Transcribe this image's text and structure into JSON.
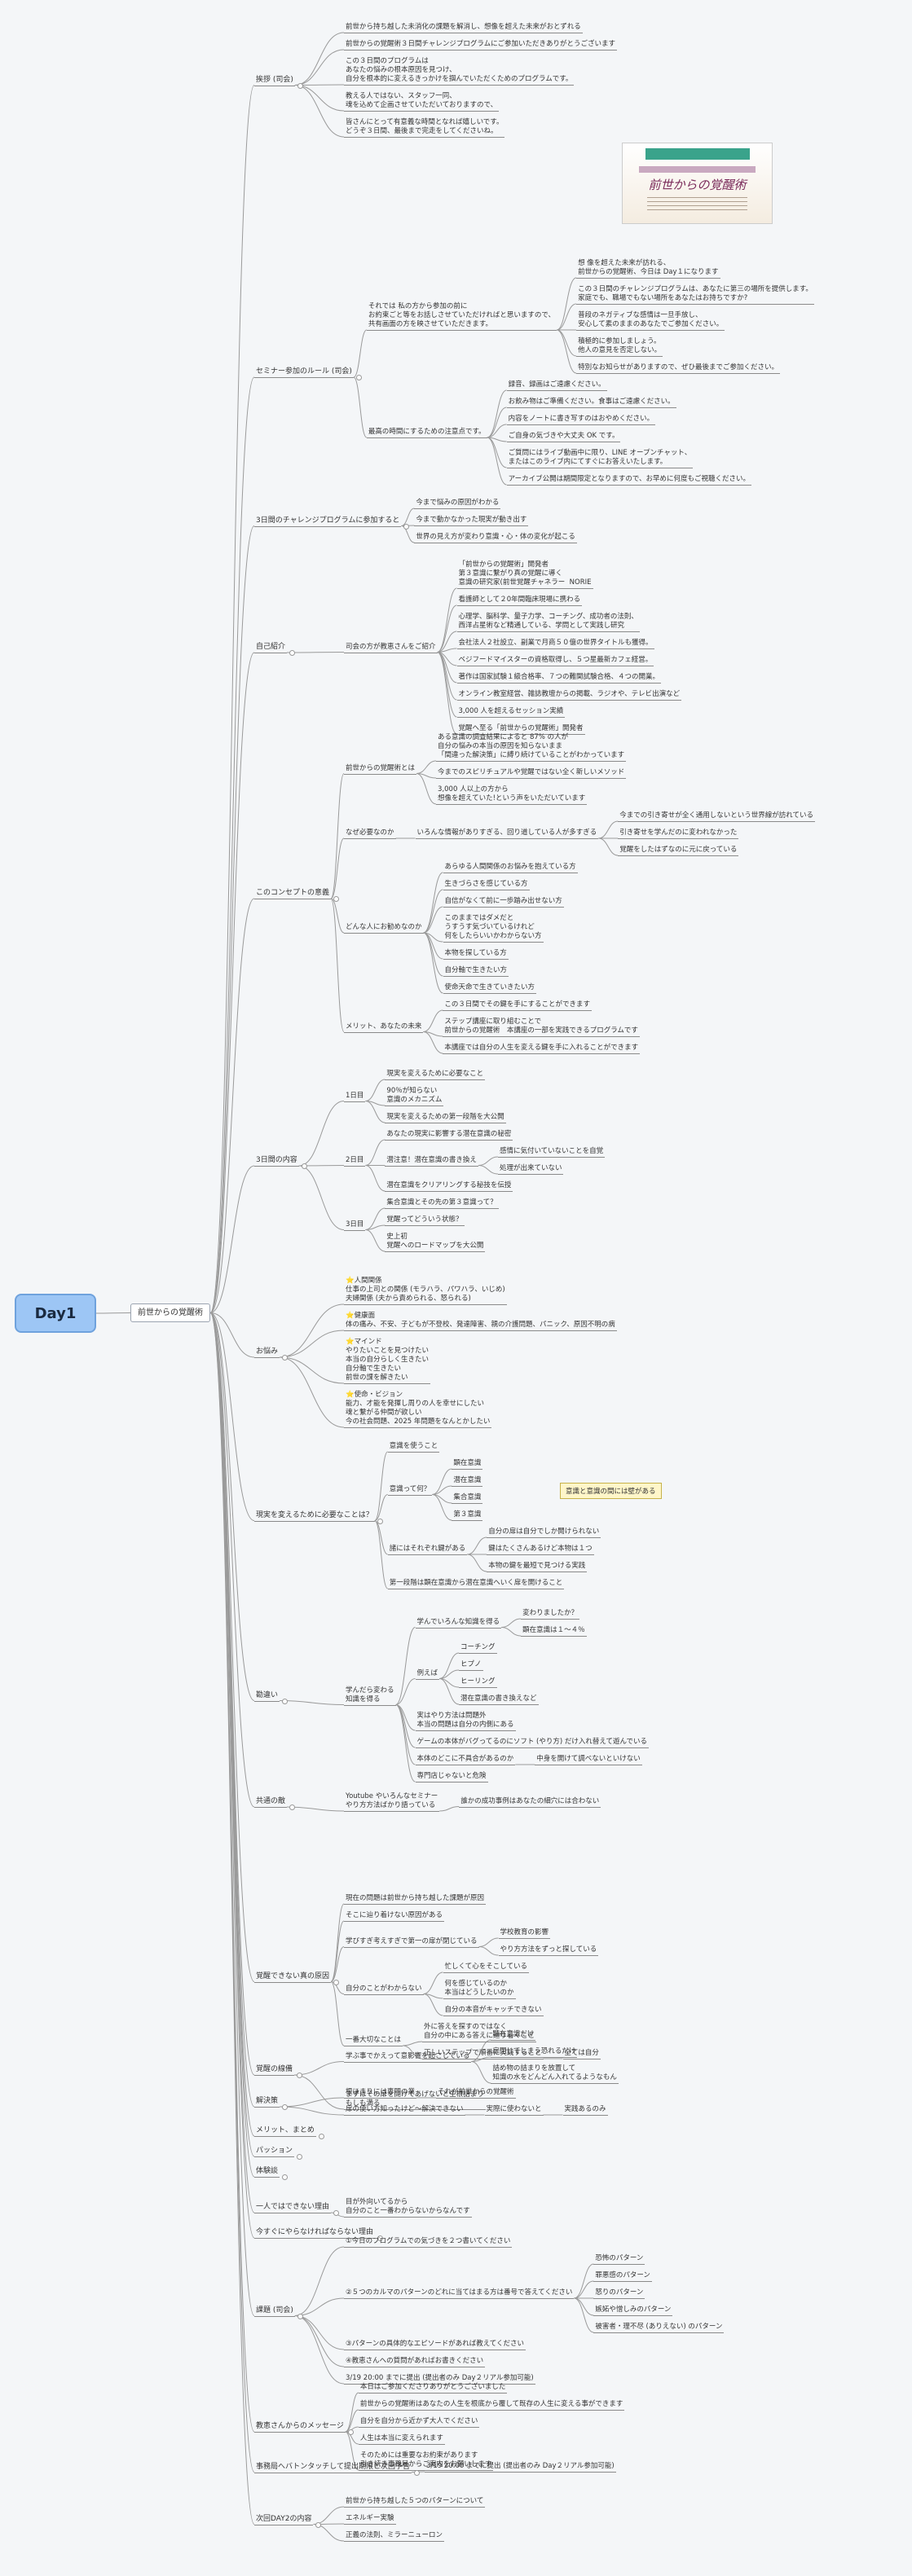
{
  "root": {
    "label": "Day1"
  },
  "main_topic": {
    "label": "前世からの覚醒術"
  },
  "callout": {
    "label": "意識と意識の間には壁がある"
  },
  "banner": {
    "title": "前世からの覚醒術"
  },
  "sections": [
    {
      "label": "挨拶 (司会)",
      "items": [
        {
          "t": "前世から持ち越した未消化の課題を解消し、想像を超えた未来がおとずれる"
        },
        {
          "t": "前世からの覚醒術３日間チャレンジプログラムにご参加いただきありがとうございます"
        },
        {
          "t": "この３日間のプログラムは\nあなたの悩みの根本原因を見つけ、\n自分を根本的に変えるきっかけを掴んでいただくためのプログラムです。"
        },
        {
          "t": "教える人ではない、スタッフ一同、\n魂を込めて企画させていただいておりますので、"
        },
        {
          "t": "皆さんにとって有意義な時間となれば嬉しいです。\nどうぞ３日間、最後まで完走をしてくださいね。"
        }
      ]
    },
    {
      "label": "セミナー参加のルール (司会)",
      "items": [
        {
          "t": "それでは 私の方から参加の前に\nお約束ごと等をお話しさせていただければと思いますので、\n共有画面の方を映させていただきます。",
          "children": [
            {
              "t": "想 像を超えた未来が訪れる、\n前世からの覚醒術、今日は Day１になります"
            },
            {
              "t": "この３日間のチャレンジプログラムは、あなたに第三の場所を提供します。\n家庭でも、職場でもない場所をあなたはお持ちですか?"
            },
            {
              "t": "普段のネガティブな感情は一旦手放し、\n安心して素のままのあなたでご参加ください。"
            },
            {
              "t": "積極的に参加しましょう。\n他人の意見を否定しない。"
            },
            {
              "t": "特別なお知らせがありますので、ぜひ最後までご参加ください。"
            }
          ]
        },
        {
          "t": "最高の時間にするための注意点です。",
          "children": [
            {
              "t": "録音、録画はご遠慮ください。"
            },
            {
              "t": "お飲み物はご準備ください。食事はご遠慮ください。"
            },
            {
              "t": "内容をノートに書き写すのはおやめください。"
            },
            {
              "t": "ご自身の気づきや大丈夫 OK です。"
            },
            {
              "t": "ご質問にはライブ動画中に限り、LINE オープンチャット、\nまたはこのライブ内にてすぐにお答えいたします。"
            },
            {
              "t": "アーカイブ公開は期間限定となりますので、お早めに何度もご視聴ください。"
            }
          ]
        }
      ]
    },
    {
      "label": "3日間のチャレンジプログラムに参加すると",
      "items": [
        {
          "t": "今まで悩みの原因がわかる"
        },
        {
          "t": "今まで動かなかった現実が動き出す"
        },
        {
          "t": "世界の見え方が変わり意識・心・体の変化が起こる"
        }
      ]
    },
    {
      "label": "自己紹介",
      "items": [
        {
          "t": "司会の方が教恵さんをご紹介",
          "children": [
            {
              "t": "「前世からの覚醒術」開発者\n第３意識に繋がり真の覚醒に導く\n意識の研究家(前世覚醒チャネラー  NORIE"
            },
            {
              "t": "看護師として２0年間臨床現場に携わる"
            },
            {
              "t": "心理学、脳科学、量子力学、コーチング、成功者の法則、\n西洋占星術など精通している、学問として実践し研究"
            },
            {
              "t": "会社法人２社設立、副業で月商５０億の世界タイトルも獲得。"
            },
            {
              "t": "ベジフードマイスターの資格取得し、５つ星最新カフェ経営。"
            },
            {
              "t": "著作は国家試験１級合格率、７つの難関試験合格、４つの開業。"
            },
            {
              "t": "オンライン教室経営、雑誌教壇からの掲載、ラジオや、テレビ出演など"
            },
            {
              "t": "3,000 人を超えるセッション実績"
            },
            {
              "t": "覚醒へ至る「前世からの覚醒術」開発者"
            }
          ]
        }
      ]
    },
    {
      "label": "このコンセプトの意義",
      "items": [
        {
          "t": "前世からの覚醒術とは",
          "children": [
            {
              "t": "ある意識の調査結果によると 87% の人が\n自分の悩みの本当の原因を知らないまま\n「間違った解決策」に縛り続けていることがわかっています"
            },
            {
              "t": "今までのスピリチュアルや覚醒ではない全く新しいメソッド"
            },
            {
              "t": "3,000 人以上の方から\n想像を超えていた!という声をいただいています"
            }
          ]
        },
        {
          "t": "なぜ必要なのか",
          "children": [
            {
              "t": "いろんな情報がありすぎる、回り道している人が多すぎる",
              "children": [
                {
                  "t": "今までの引き寄せが全く通用しないという世界線が訪れている"
                },
                {
                  "t": "引き寄せを学んだのに変われなかった"
                },
                {
                  "t": "覚醒をしたはずなのに元に戻っている"
                }
              ]
            }
          ]
        },
        {
          "t": "どんな人にお勧めなのか",
          "children": [
            {
              "t": "あらゆる人間関係のお悩みを抱えている方"
            },
            {
              "t": "生きづらさを感じている方"
            },
            {
              "t": "自信がなくて前に一歩踏み出せない方"
            },
            {
              "t": "このままではダメだと\nうすうす気づいているけれど\n何をしたらいいかわからない方"
            },
            {
              "t": "本物を探している方"
            },
            {
              "t": "自分軸で生きたい方"
            },
            {
              "t": "使命天命で生きていきたい方"
            }
          ]
        },
        {
          "t": "メリット、あなたの未来",
          "children": [
            {
              "t": "この３日間でその鍵を手にすることができます"
            },
            {
              "t": "ステップ講座に取り組むことで\n前世からの覚醒術　本講座の一部を実践できるプログラムです"
            },
            {
              "t": "本講座では自分の人生を変える鍵を手に入れることができます"
            }
          ]
        }
      ]
    },
    {
      "label": "3日間の内容",
      "items": [
        {
          "t": "1日目",
          "children": [
            {
              "t": "現実を変えるために必要なこと"
            },
            {
              "t": "90％が知らない\n意識のメカニズム"
            },
            {
              "t": "現実を変えるための第一段階を大公開"
            }
          ]
        },
        {
          "t": "2日目",
          "children": [
            {
              "t": "あなたの現実に影響する潜在意識の秘密"
            },
            {
              "t": "潜注意！潜在意識の書き換え",
              "children": [
                {
                  "t": "感情に気付いていないことを自覚"
                },
                {
                  "t": "処理が出来ていない"
                }
              ]
            },
            {
              "t": "潜在意識をクリアリングする秘技を伝授"
            }
          ]
        },
        {
          "t": "3日目",
          "children": [
            {
              "t": "集合意識とその先の第３意識って？"
            },
            {
              "t": "覚醒ってどういう状態？"
            },
            {
              "t": "史上初\n覚醒へのロードマップを大公開"
            }
          ]
        }
      ]
    },
    {
      "label": "お悩み",
      "items": [
        {
          "t": "⭐人間関係\n仕事の上司との関係 (モラハラ、パワハラ、いじめ)\n夫婦関係 (夫から責められる、怒られる)"
        },
        {
          "t": "⭐健康面\n体の痛み、不安、子どもが不登校、発達障害、親の介護問題、パニック、原因不明の病"
        },
        {
          "t": "⭐マインド\nやりたいことを見つけたい\n本当の自分らしく生きたい\n自分軸で生きたい\n前世の課を解きたい"
        },
        {
          "t": "⭐使命・ビジョン\n能力、才能を発揮し周りの人を幸せにしたい\n魂と繋がる仲間が欲しい\n今の社会問題、2025 年問題をなんとかしたい"
        }
      ]
    },
    {
      "label": "現実を変えるために必要なことは？",
      "items": [
        {
          "t": "意識を使うこと"
        },
        {
          "t": "意識って何？",
          "children": [
            {
              "t": "顕在意識"
            },
            {
              "t": "潜在意識"
            },
            {
              "t": "集合意識"
            },
            {
              "t": "第３意識"
            }
          ]
        },
        {
          "t": "諸にはそれぞれ鍵がある",
          "children": [
            {
              "t": "自分の扉は自分でしか開けられない"
            },
            {
              "t": "鍵はたくさんあるけど本物は１つ"
            },
            {
              "t": "本物の鍵を最短で見つける実践"
            }
          ]
        },
        {
          "t": "第一段階は顕在意識から潜在意識へいく扉を開けること"
        }
      ]
    },
    {
      "label": "勘違い",
      "items": [
        {
          "t": "学んだら変わる\n知識を得る",
          "children": [
            {
              "t": "学んでいろんな知識を得る",
              "children": [
                {
                  "t": "変わりましたか？"
                },
                {
                  "t": "顕在意識は１～４％"
                }
              ]
            },
            {
              "t": "例えば",
              "children": [
                {
                  "t": "コーチング"
                },
                {
                  "t": "ヒプノ"
                },
                {
                  "t": "ヒーリング"
                },
                {
                  "t": "潜在意識の書き換えなど"
                }
              ]
            },
            {
              "t": "実はやり方法は問題外\n本当の問題は自分の内側にある"
            },
            {
              "t": "ゲームの本体がバグってるのにソフト (やり方) だけ入れ替えて遊んでいる"
            },
            {
              "t": "本体のどこに不具合があるのか",
              "children": [
                {
                  "t": "中身を開けて調べないといけない"
                }
              ]
            },
            {
              "t": "専門店じゃないと危険"
            }
          ]
        }
      ]
    },
    {
      "label": "共通の敵",
      "items": [
        {
          "t": "Youtube やいろんなセミナー\nやり方方法ばかり語っている",
          "children": [
            {
              "t": "誰かの成功事例はあなたの細穴には合わない"
            }
          ]
        }
      ]
    },
    {
      "label": "覚醒できない真の原因",
      "items": [
        {
          "t": "現在の問題は前世から持ち越した課題が原因"
        },
        {
          "t": "そこに辿り着けない原因がある"
        },
        {
          "t": "学びすぎ考えすぎで第一の扉が閉じている",
          "children": [
            {
              "t": "学校教育の影響"
            },
            {
              "t": "やり方方法をずっと探している"
            }
          ]
        },
        {
          "t": "自分のことがわからない",
          "children": [
            {
              "t": "忙しくて心をそこしている"
            },
            {
              "t": "何を感じているのか\n本当はどうしたいのか"
            },
            {
              "t": "自分の本音がキャッチできない"
            }
          ]
        },
        {
          "t": "一番大切なことは",
          "children": [
            {
              "t": "外に答えを探すのではなく\n自分の中にある答えに辿り着くこと"
            },
            {
              "t": "正しいステップで順番に実践すること",
              "children": [
                {
                  "t": "全ては自分"
                }
              ]
            }
          ]
        }
      ]
    },
    {
      "label": "覚醒の線備",
      "items": [
        {
          "t": "学ぶ事でかえって意影響を起こしている",
          "children": [
            {
              "t": "顕在意識だけ"
            },
            {
              "t": "扉閉じてしまう恐れるだけ"
            },
            {
              "t": "詰め物の詰まりを放置して\n知識の水をどんどん入れてるようなもん"
            }
          ]
        },
        {
          "t": "まずはその扉を開けてあげないと生根詰まり\nもしも満る"
        }
      ]
    },
    {
      "label": "解決策",
      "items": [
        {
          "t": "根ほまりには専門の業",
          "children": [
            {
              "t": "それが前世からの覚醒術"
            }
          ]
        },
        {
          "t": "扉の使い方知ったけど〜解決できない",
          "children": [
            {
              "t": "実際に使わないと",
              "children": [
                {
                  "t": "実践あるのみ"
                }
              ]
            }
          ]
        }
      ]
    },
    {
      "label": "メリット、まとめ",
      "items": []
    },
    {
      "label": "パッション",
      "items": []
    },
    {
      "label": "体験談",
      "items": []
    },
    {
      "label": "一人ではできない理由",
      "items": [
        {
          "t": "目が外向いてるから\n自分のこと一番わからないからなんです"
        }
      ]
    },
    {
      "label": "今すぐにやらなければならない理由",
      "items": []
    },
    {
      "label": "課題 (司会)",
      "items": [
        {
          "t": "①今日のプログラムでの気づきを２つ書いてください"
        },
        {
          "t": "②５つのカルマのパターンのどれに当てはまる方は番号で答えてください",
          "children": [
            {
              "t": "恐怖のパターン"
            },
            {
              "t": "罪悪感のパターン"
            },
            {
              "t": "怒りのパターン"
            },
            {
              "t": "嫉妬や憎しみのパターン"
            },
            {
              "t": "被害者・理不尽 (ありえない) のパターン"
            }
          ]
        },
        {
          "t": "③パターンの具体的なエピソードがあれば教えてください"
        },
        {
          "t": "④教恵さんへの質問があればお書きください"
        },
        {
          "t": "3/19 20:00 までに提出 (提出者のみ Day２リアル参加可能)"
        }
      ]
    },
    {
      "label": "教恵さんからのメッセージ",
      "items": [
        {
          "t": "本日はご参加くださりありがとうございました"
        },
        {
          "t": "前世からの覚醒術はあなたの人生を根底から覆して既存の人生に変える事ができます"
        },
        {
          "t": "自分を自分から近かず大人でください"
        },
        {
          "t": "人生は本当に変えられます"
        },
        {
          "t": "そのためには重要なお約束があります\n引き続き事務局からご案内をお願いします"
        }
      ]
    },
    {
      "label": "事務局へバトンタッチして提出期限と次回予告",
      "items": [
        {
          "t": "3/19 20:00 までに提出 (提出者のみ Day２リアル参加可能)"
        }
      ]
    },
    {
      "label": "次回DAY2の内容",
      "items": [
        {
          "t": "前世から持ち越した５つのパターンについて"
        },
        {
          "t": "エネルギー実験"
        },
        {
          "t": "正義の法則、ミラーニューロン"
        }
      ]
    }
  ]
}
